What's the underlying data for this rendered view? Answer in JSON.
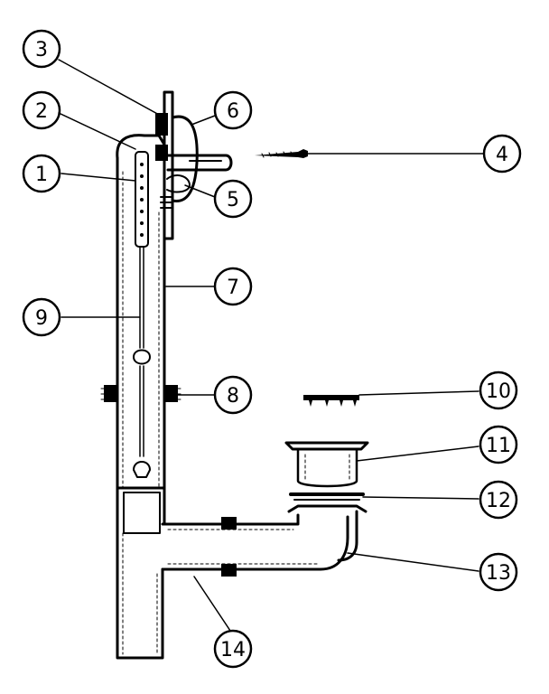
{
  "callouts": [
    {
      "id": "3",
      "label": "3"
    },
    {
      "id": "2",
      "label": "2"
    },
    {
      "id": "1",
      "label": "1"
    },
    {
      "id": "6",
      "label": "6"
    },
    {
      "id": "4",
      "label": "4"
    },
    {
      "id": "5",
      "label": "5"
    },
    {
      "id": "7",
      "label": "7"
    },
    {
      "id": "9",
      "label": "9"
    },
    {
      "id": "8",
      "label": "8"
    },
    {
      "id": "10",
      "label": "10"
    },
    {
      "id": "11",
      "label": "11"
    },
    {
      "id": "12",
      "label": "12"
    },
    {
      "id": "13",
      "label": "13"
    },
    {
      "id": "14",
      "label": "14"
    }
  ],
  "colors": {
    "ink": "#000000",
    "paper": "#ffffff"
  }
}
